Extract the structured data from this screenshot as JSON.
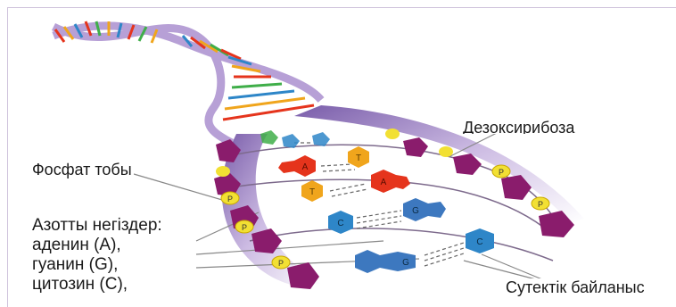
{
  "labels": {
    "phosphate_group": "Фосфат тобы",
    "deoxyribose": "Дезоксирибоза",
    "nitrogen_bases": {
      "heading": "Азотты негіздер:",
      "items": [
        "аденин (A),",
        "гуанин (G),",
        "цитозин (C),"
      ]
    },
    "hydrogen_bond": "Сутектік байланыс"
  },
  "phosphate_letter": "P",
  "bases": {
    "adenine": "A",
    "thymine": "T",
    "cytosine": "C",
    "guanine": "G"
  },
  "colors": {
    "phosphate": "#f2e033",
    "sugar": "#8a1c6c",
    "adenine": "#e5341c",
    "thymine": "#f0a51c",
    "cytosine": "#2e86c8",
    "guanine": "#3d78bf",
    "backbone": "#9b7fc2"
  }
}
